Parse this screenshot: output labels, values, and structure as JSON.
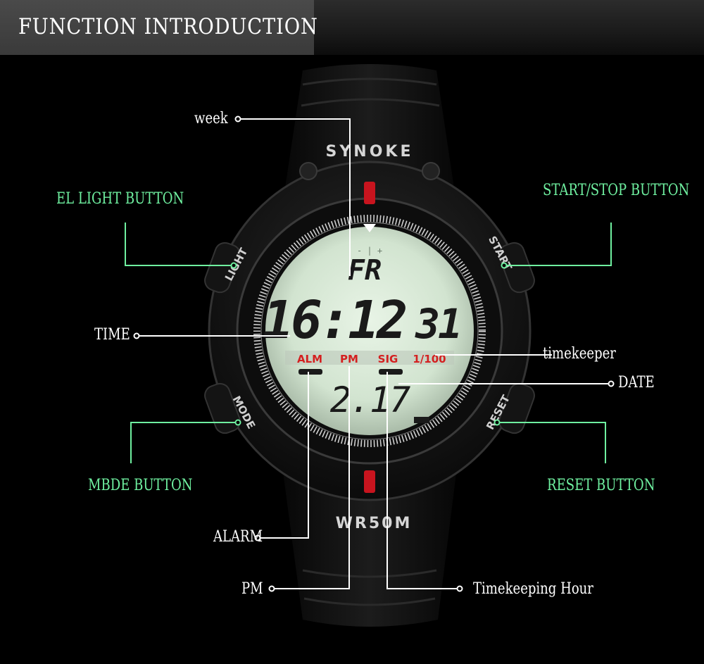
{
  "header": {
    "title": "FUNCTION INTRODUCTION"
  },
  "watch": {
    "brand": "SYNOKE",
    "water_resistance": "WR50M",
    "buttons": {
      "light": "LIGHT",
      "start": "START",
      "mode": "MODE",
      "reset": "RESET"
    },
    "display": {
      "week": "FR",
      "time": "16:12",
      "seconds": "31",
      "indicators": [
        "ALM",
        "PM",
        "SIG",
        "1/100"
      ],
      "date": "2.17",
      "scale_marks": "- | +"
    }
  },
  "callouts": {
    "week": "week",
    "el_light_button": "EL LIGHT BUTTON",
    "start_stop_button": "START/STOP BUTTON",
    "time": "TIME",
    "timekeeper": "timekeeper",
    "date": "DATE",
    "mode_button": "MBDE BUTTON",
    "reset_button": "RESET BUTTON",
    "alarm": "ALARM",
    "pm": "PM",
    "timekeeping_hour": "Timekeeping Hour"
  },
  "colors": {
    "callout_green": "#6ff0a0",
    "callout_white": "#ffffff",
    "lcd_background": "#d4e6d2",
    "lcd_digits": "#1a1a1a",
    "indicator_red": "#d42020",
    "marker_red": "#c8141e"
  }
}
